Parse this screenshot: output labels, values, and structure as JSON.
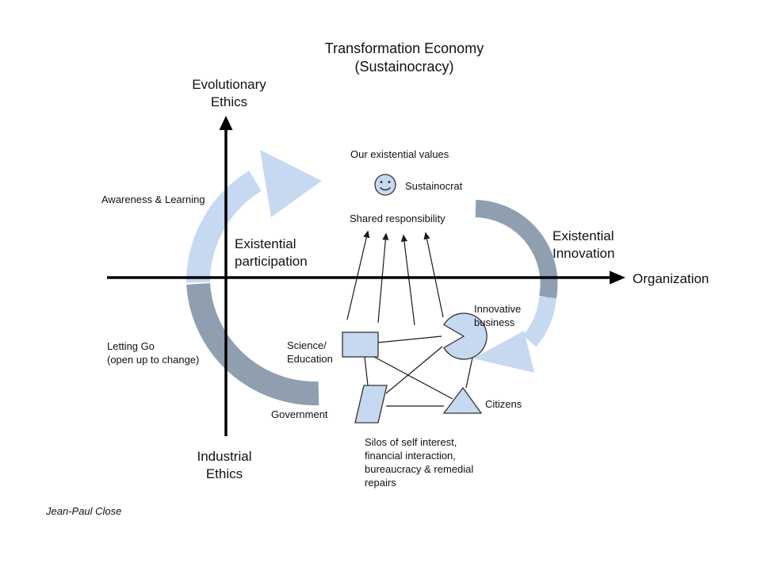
{
  "title": {
    "line1": "Transformation Economy",
    "line2": "(Sustainocracy)"
  },
  "axes": {
    "y_axis_top": {
      "line1": "Evolutionary",
      "line2": "Ethics"
    },
    "y_axis_bottom": {
      "line1": "Industrial",
      "line2": "Ethics"
    },
    "x_axis": "Organization"
  },
  "quadrants": {
    "participation": {
      "line1": "Existential",
      "line2": "participation"
    },
    "innovation": {
      "line1": "Existential",
      "line2": "Innovation"
    }
  },
  "annotations": {
    "awareness": "Awareness & Learning",
    "letting_go": {
      "line1": "Letting Go",
      "line2": "(open up to change)"
    },
    "existential_values": "Our existential values",
    "sustainocrat": "Sustainocrat",
    "shared_responsibility": "Shared responsibility",
    "silos": {
      "line1": "Silos of self interest,",
      "line2": "financial interaction,",
      "line3": "bureaucracy & remedial",
      "line4": "repairs"
    },
    "signature": "Jean-Paul Close"
  },
  "network": {
    "science": {
      "line1": "Science/",
      "line2": "Education"
    },
    "business": {
      "line1": "Innovative",
      "line2": "business"
    },
    "government": "Government",
    "citizens": "Citizens"
  },
  "icons": {
    "sustainocrat": "smiley-face-icon",
    "learning_arrow": "curved-arrow-up-right",
    "innovation_arrow": "curved-arrow-down-left"
  },
  "colors": {
    "shape_fill": "#c6d9f0",
    "arc_gray": "#8f9fb0",
    "line": "#000000",
    "background": "#ffffff"
  }
}
